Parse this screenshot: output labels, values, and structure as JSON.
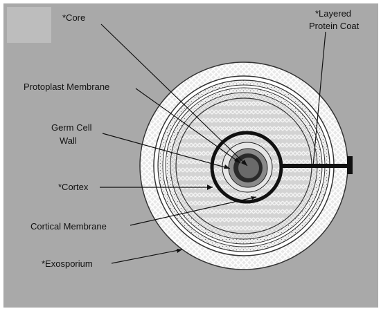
{
  "diagram": {
    "labels": {
      "core": "*Core",
      "protein_coat_line1": "*Layered",
      "protein_coat_line2": "Protein Coat",
      "protoplast_membrane": "Protoplast Membrane",
      "germ_cell_wall_line1": "Germ Cell",
      "germ_cell_wall_line2": "Wall",
      "cortex": "*Cortex",
      "cortical_membrane": "Cortical Membrane",
      "exosporium": "*Exosporium"
    },
    "colors": {
      "background": "#a9a9a9",
      "corner_patch": "#bdbdbd",
      "crosshatch": "#e4e4e4",
      "ring_white": "#ffffff",
      "stipple": "#d8d8d8",
      "weave": "#cfcfcf",
      "inner_gray": "#8f8f8f",
      "light_core": "#e8e8e8",
      "core_fill": "#666666",
      "dark": "#111111"
    }
  }
}
